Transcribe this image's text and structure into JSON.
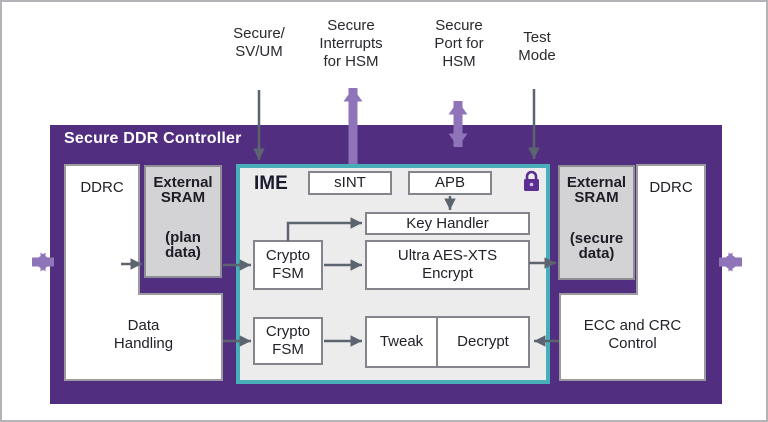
{
  "top_labels": [
    {
      "text": "Secure/\nSV/UM"
    },
    {
      "text": "Secure\nInterrupts\nfor HSM"
    },
    {
      "text": "Secure\nPort for\nHSM"
    },
    {
      "text": "Test\nMode"
    }
  ],
  "controller": {
    "title": "Secure DDR Controller"
  },
  "left": {
    "ddrc": "DDRC",
    "sram_title": "External\nSRAM",
    "sram_subtitle": "(plan\ndata)",
    "data_handling": "Data\nHandling"
  },
  "right": {
    "ddrc": "DDRC",
    "sram_title": "External\nSRAM",
    "sram_subtitle": "(secure\ndata)",
    "ecc": "ECC and CRC\nControl"
  },
  "ime": {
    "label": "IME",
    "sint": "sINT",
    "apb": "APB",
    "key_handler": "Key Handler",
    "crypto_fsm_top": "Crypto\nFSM",
    "aes_encrypt": "Ultra AES-XTS\nEncrypt",
    "crypto_fsm_bottom": "Crypto\nFSM",
    "tweak": "Tweak",
    "decrypt": "Decrypt"
  },
  "icons": {
    "lock": "lock-icon"
  },
  "colors": {
    "container_purple": "#522e80",
    "ime_teal_border": "#48aeba",
    "ime_fill": "#ececec",
    "sram_gray": "#d3d3d5",
    "arrow_gray": "#5c6470",
    "arrow_purple": "#8f74ba",
    "lock_purple": "#5b2e91"
  }
}
